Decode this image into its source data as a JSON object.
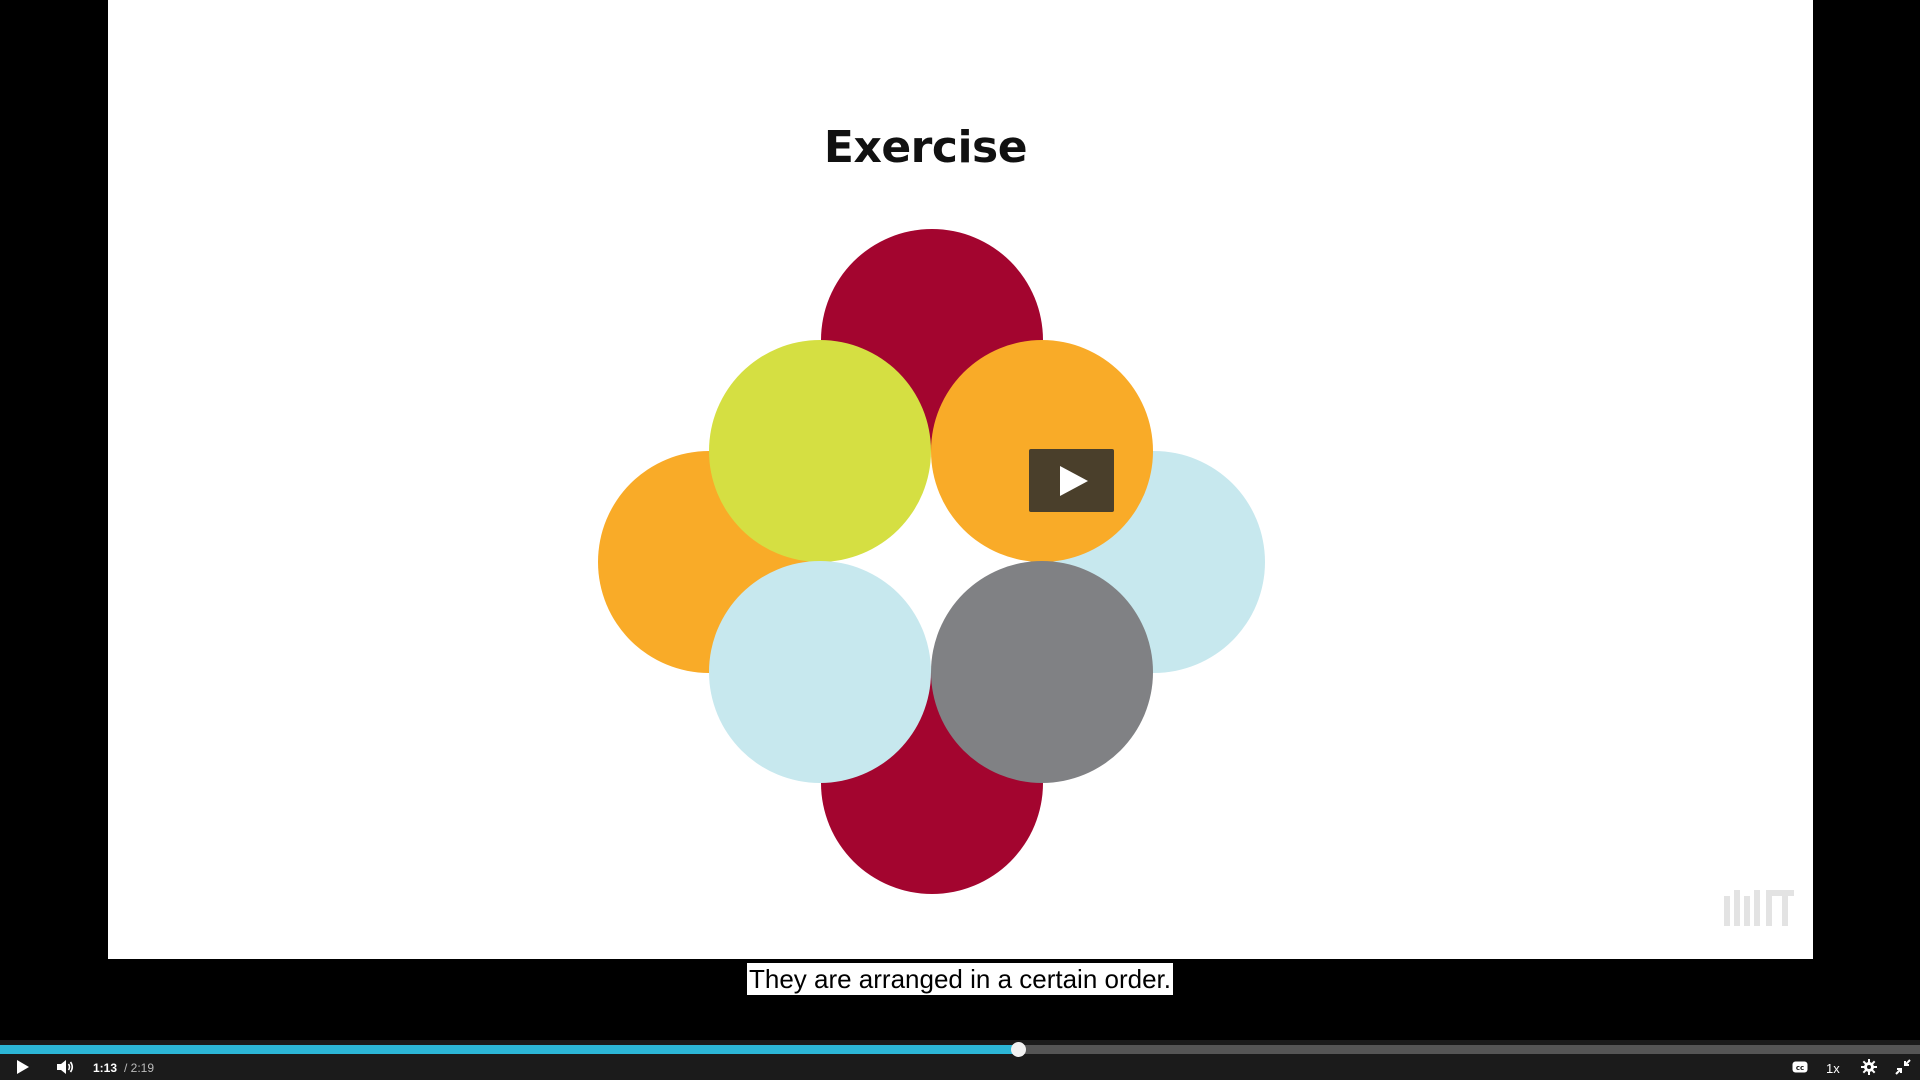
{
  "slide": {
    "title": "Exercise"
  },
  "circles": [
    {
      "name": "circle-top-crimson",
      "color": "#a3052f"
    },
    {
      "name": "circle-left-orange",
      "color": "#f9ab28"
    },
    {
      "name": "circle-right-lightblue",
      "color": "#c7e8ee"
    },
    {
      "name": "circle-bottom-crimson",
      "color": "#a3052f"
    },
    {
      "name": "circle-upper-left-lime",
      "color": "#d5df42"
    },
    {
      "name": "circle-upper-right-orange",
      "color": "#f9ab28"
    },
    {
      "name": "circle-lower-left-lightblue",
      "color": "#c7e8ee"
    },
    {
      "name": "circle-lower-right-gray",
      "color": "#808184"
    }
  ],
  "caption": {
    "text": "They are arranged in a certain order."
  },
  "player": {
    "current_time": "1:13",
    "total_time": "/ 2:19",
    "progress_fraction": 0.53,
    "speed_label": "1x",
    "accent_color": "#2cb6d6"
  },
  "icons": {
    "big_play": "play-icon",
    "play": "play-icon",
    "volume": "volume-icon",
    "captions": "closed-captions-icon",
    "settings": "gear-icon",
    "fullscreen": "exit-fullscreen-icon"
  }
}
